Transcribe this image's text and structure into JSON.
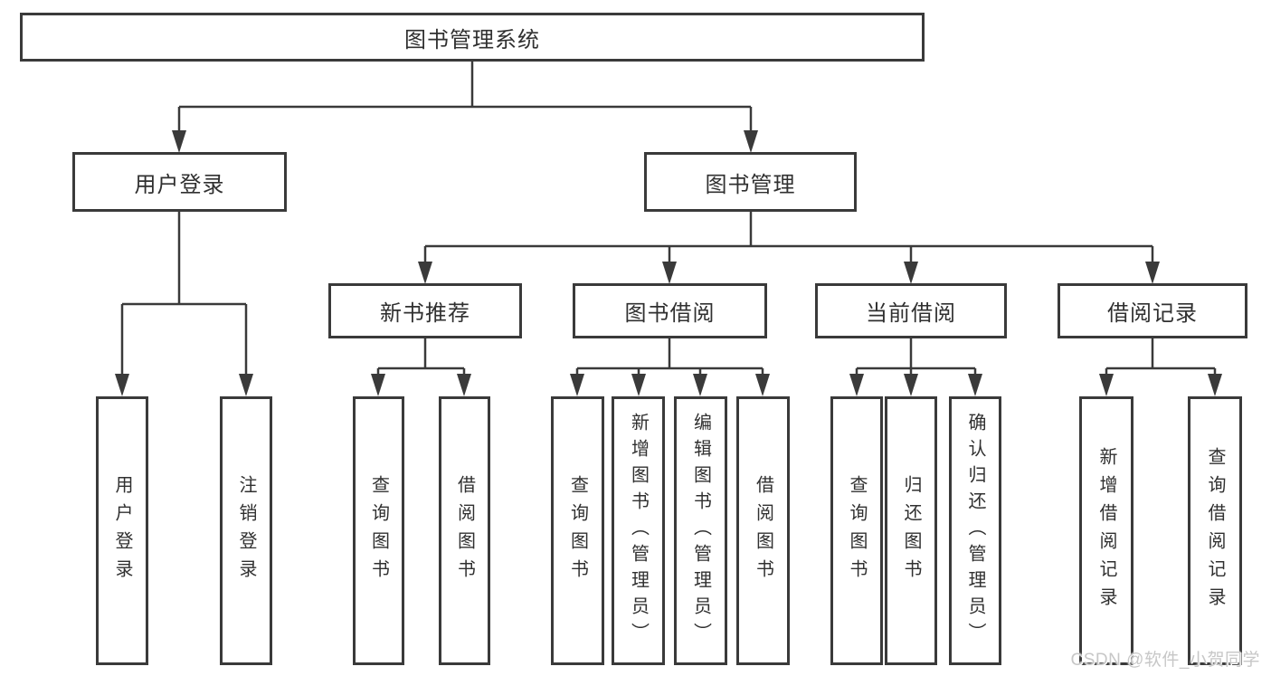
{
  "root": {
    "label": "图书管理系统"
  },
  "level2": [
    {
      "label": "用户登录"
    },
    {
      "label": "图书管理"
    }
  ],
  "level3": [
    {
      "label": "新书推荐"
    },
    {
      "label": "图书借阅"
    },
    {
      "label": "当前借阅"
    },
    {
      "label": "借阅记录"
    }
  ],
  "leaves": {
    "login": [
      "用户登录",
      "注销登录"
    ],
    "recommend": [
      "查询图书",
      "借阅图书"
    ],
    "borrow": [
      "查询图书",
      "新增图书（管理员）",
      "编辑图书（管理员）",
      "借阅图书"
    ],
    "current": [
      "查询图书",
      "归还图书",
      "确认归还（管理员）"
    ],
    "records": [
      "新增借阅记录",
      "查询借阅记录"
    ]
  },
  "watermark": {
    "text": "CSDN @软件_小贺同学"
  },
  "colors": {
    "line": "#3a3a3a",
    "border": "#3a3a3a",
    "text": "#303030",
    "background": "#ffffff",
    "watermark": "#c7c7c7"
  }
}
